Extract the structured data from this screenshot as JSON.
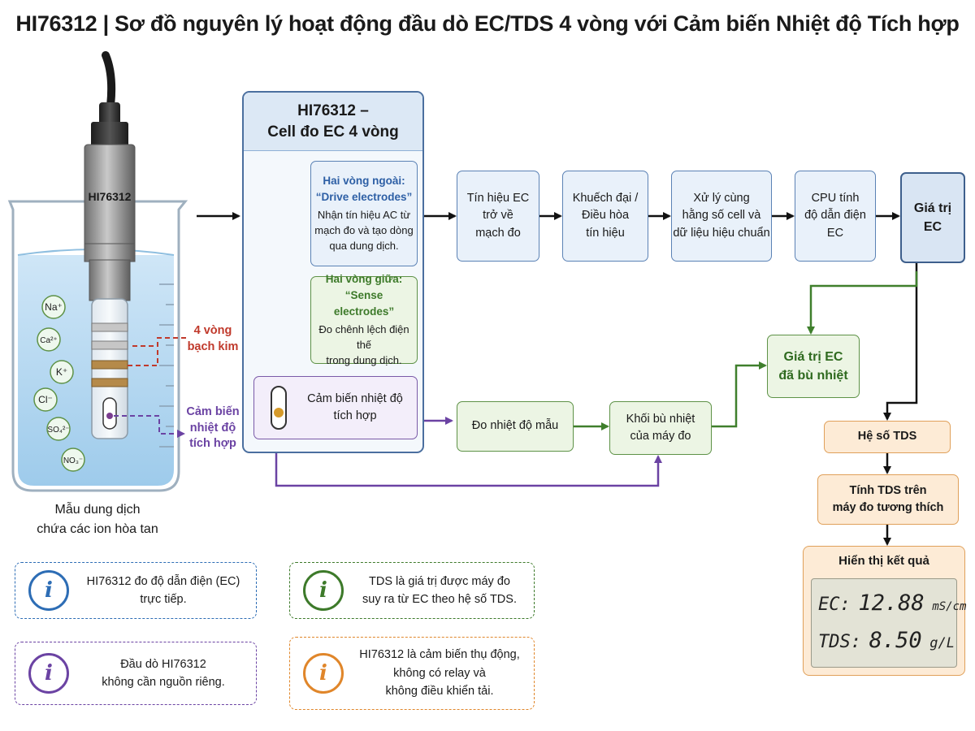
{
  "title": "HI76312 | Sơ đồ nguyên lý hoạt động đầu dò EC/TDS 4 vòng với Cảm biến Nhiệt độ Tích hợp",
  "probe": {
    "model_label": "HI76312",
    "ions": [
      "Na⁺",
      "Ca²⁺",
      "K⁺",
      "Cl⁻",
      "SO₄²⁻",
      "NO₃⁻"
    ],
    "rings_callout": [
      "4 vòng",
      "bạch kim"
    ],
    "sensor_callout": [
      "Cảm biến",
      "nhiệt độ",
      "tích hợp"
    ],
    "caption": [
      "Mẫu dung dịch",
      "chứa các ion hòa tan"
    ]
  },
  "cell": {
    "title": [
      "HI76312 –",
      "Cell đo EC 4 vòng"
    ],
    "outer": {
      "head": [
        "Hai vòng ngoài:",
        "“Drive electrodes”"
      ],
      "body": [
        "Nhận tín hiệu AC từ",
        "mạch đo và tạo dòng",
        "qua dung dịch."
      ]
    },
    "inner": {
      "head": [
        "Hai vòng giữa:",
        "“Sense electrodes”"
      ],
      "body": [
        "Đo chênh lệch điện thế",
        "trong dung dịch."
      ]
    },
    "temp_sensor": [
      "Cảm biến nhiệt độ",
      "tích hợp"
    ]
  },
  "flow": {
    "signal": [
      "Tín hiệu EC",
      "trở về",
      "mạch đo"
    ],
    "amp": [
      "Khuếch đại /",
      "Điều hòa",
      "tín hiệu"
    ],
    "process": [
      "Xử lý cùng",
      "hằng số cell và",
      "dữ liệu hiệu chuẩn"
    ],
    "cpu": [
      "CPU tính",
      "độ dẫn điện",
      "EC"
    ],
    "ec_value": [
      "Giá trị",
      "EC"
    ],
    "ec_comp": [
      "Giá trị EC",
      "đã bù nhiệt"
    ],
    "temp_measure": "Đo nhiệt độ mẫu",
    "temp_comp": [
      "Khối bù nhiệt",
      "của máy đo"
    ],
    "tds_coef": "Hệ số TDS",
    "tds_calc": [
      "Tính TDS trên",
      "máy đo tương thích"
    ],
    "display_title": "Hiển thị kết quả"
  },
  "display": {
    "ec_label": "EC:",
    "ec_value": "12.88",
    "ec_unit": "mS/cm",
    "tds_label": "TDS:",
    "tds_value": "8.50",
    "tds_unit": "g/L"
  },
  "notes": [
    {
      "icon": "i",
      "color": "#2d6db5",
      "text": [
        "HI76312 đo độ dẫn điện (EC)",
        "trực tiếp."
      ]
    },
    {
      "icon": "i",
      "color": "#3d7a2a",
      "text": [
        "TDS là giá trị được máy đo",
        "suy ra từ EC theo hệ số TDS."
      ]
    },
    {
      "icon": "i",
      "color": "#6b43a3",
      "text": [
        "Đầu dò HI76312",
        "không cần nguồn riêng."
      ]
    },
    {
      "icon": "i",
      "color": "#e0862a",
      "text": [
        "HI76312 là cảm biến thụ động,",
        "không có relay và",
        "không điều khiển tải."
      ]
    }
  ],
  "colors": {
    "blue": "#5b82b5",
    "green": "#5e9247",
    "purple": "#7a5aa8",
    "orange": "#e0a05a",
    "red": "#c0392b"
  }
}
